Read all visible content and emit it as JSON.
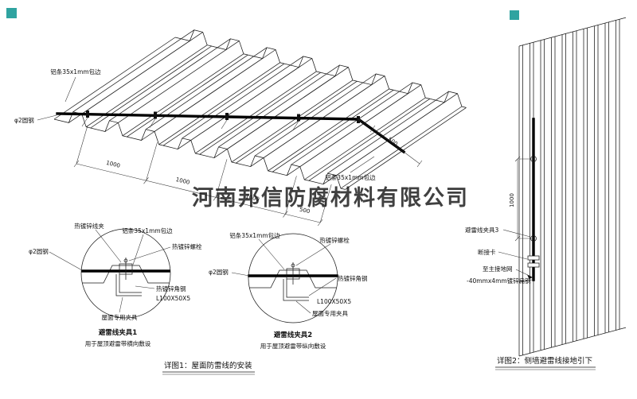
{
  "company_watermark": "河南邦信防腐材料有限公司",
  "colors": {
    "red": "#cc1111",
    "teal": "#2fa3a0",
    "watermark": "#9a9a9a",
    "line": "#1a1a1a"
  },
  "main": {
    "labels": {
      "alu_strip_top": "铝条35x1mm包边",
      "alu_strip_right": "铝条35x1mm包边",
      "round_steel": "φ2圆钢",
      "dims": [
        "1000",
        "1000",
        "1000",
        "500"
      ],
      "dim_500_slope": "500"
    },
    "caption": "详图1：屋面防雷线的安装"
  },
  "detail1": {
    "labels": {
      "wire_clamp": "热镀锌线夹",
      "alu_strip": "铝条35x1mm包边",
      "bolt": "热镀锌螺栓",
      "round_steel": "φ2圆钢",
      "angle_steel": "热镀锌角钢",
      "angle_size": "L100X50X5",
      "roof_fixture": "屋面专用夹具"
    },
    "title": "避雷线夹具1",
    "subtitle": "用于屋顶避雷带横向敷设"
  },
  "detail2": {
    "labels": {
      "alu_strip": "铝条35x1mm包边",
      "bolt": "热镀锌螺栓",
      "round_steel": "φ2圆钢",
      "angle_steel": "热镀锌角钢",
      "angle_size": "L100X50X5",
      "roof_fixture": "屋面专用夹具"
    },
    "title": "避雷线夹具2",
    "subtitle": "用于屋顶避雷带纵向敷设"
  },
  "wall": {
    "dim_1000": "1000",
    "labels": {
      "clamp3": "避雷线夹具3",
      "disconnect": "断接卡",
      "to_ground": "至主接地网",
      "flat_steel": "-40mmx4mm镀锌扁钢"
    },
    "caption": "详图2：侧墙避雷线接地引下"
  }
}
